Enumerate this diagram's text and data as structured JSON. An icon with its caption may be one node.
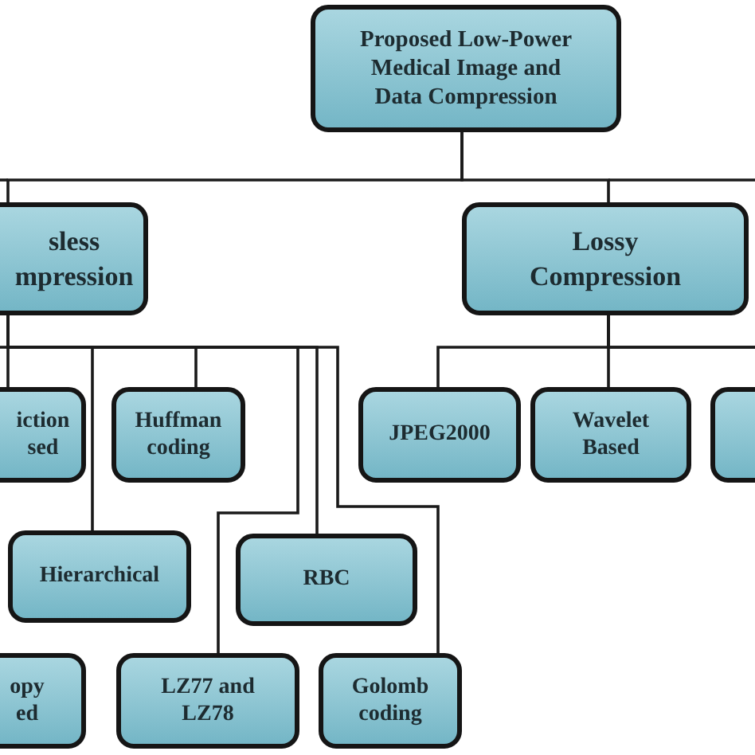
{
  "diagram": {
    "nodes": [
      {
        "text": [
          "Proposed Low-Power Medical Image and Data Compression"
        ]
      },
      {
        "text": [
          "sless mpression"
        ]
      },
      {
        "text": [
          "Lossy Compression"
        ]
      },
      {
        "text": [
          "iction sed"
        ]
      },
      {
        "text": [
          "Huffman coding"
        ]
      },
      {
        "text": [
          "JPEG2000"
        ]
      },
      {
        "text": [
          "Wavelet Based"
        ]
      },
      {
        "text": [],
        "shape": "box"
      },
      {
        "text": [
          "Hierarchical"
        ]
      },
      {
        "text": [
          "RBC"
        ]
      },
      {
        "text": [
          "opy ed"
        ]
      },
      {
        "text": [
          "LZ77 and LZ78"
        ]
      },
      {
        "text": [
          "Golomb coding"
        ]
      }
    ],
    "edges": [
      {
        "from": 0,
        "to": 1,
        "arrow": "none"
      },
      {
        "from": 0,
        "to": 2,
        "arrow": "none"
      },
      {
        "from": 1,
        "to": 3,
        "arrow": "none"
      },
      {
        "from": 1,
        "to": 4,
        "arrow": "none"
      },
      {
        "from": 1,
        "to": 8,
        "arrow": "none"
      },
      {
        "from": 1,
        "to": 9,
        "arrow": "none"
      },
      {
        "from": 1,
        "to": 11,
        "arrow": "none"
      },
      {
        "from": 1,
        "to": 12,
        "arrow": "none"
      },
      {
        "from": 2,
        "to": 5,
        "arrow": "none"
      },
      {
        "from": 2,
        "to": 6,
        "arrow": "none"
      },
      {
        "from": 2,
        "to": 7,
        "arrow": "none"
      }
    ]
  }
}
